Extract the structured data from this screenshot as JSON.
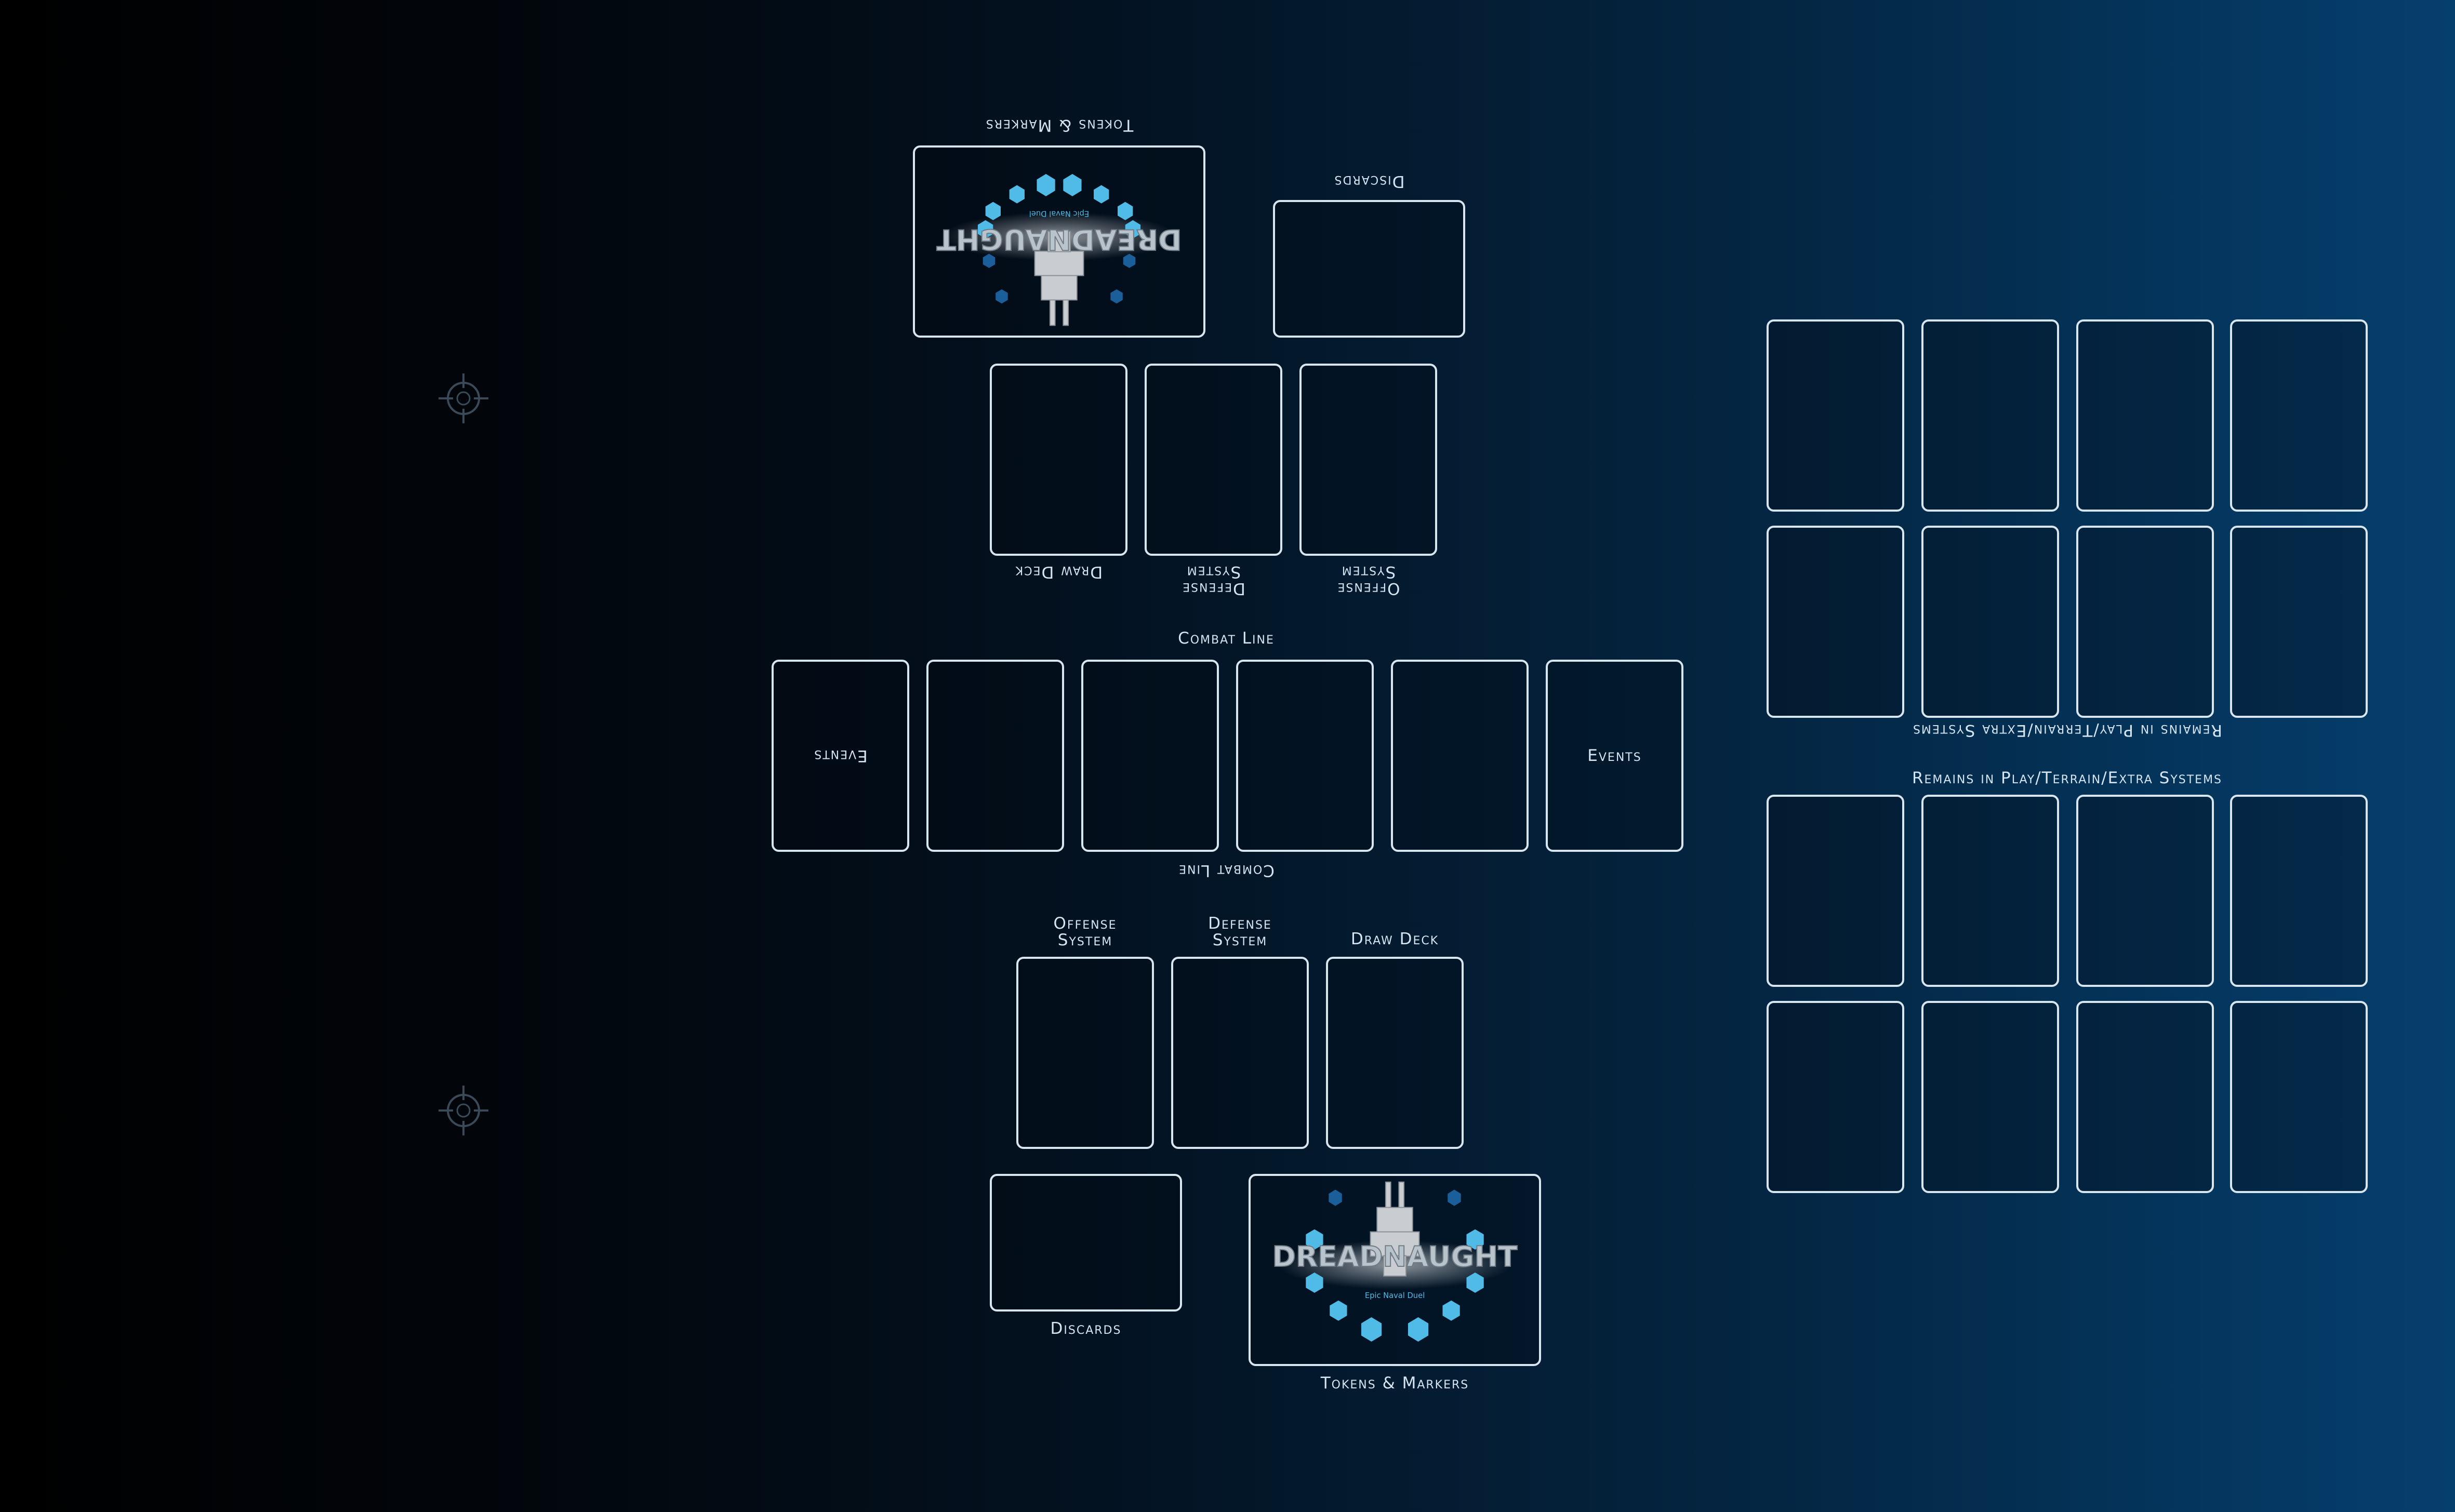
{
  "colors": {
    "outline": "#d8e6f0",
    "label": "#d5e6f2",
    "hex_light": "#4fbbe6",
    "hex_dark": "#1a5f9a"
  },
  "icons": {
    "reticle": "crosshair-reticle-icon",
    "logo": "dreadnaught-logo"
  },
  "logo": {
    "title": "DREADNAUGHT",
    "subtitle": "Epic Naval Duel"
  },
  "opponent": {
    "tokens_label": "Tokens & Markers",
    "discards_label": "Discards",
    "draw_deck_label": "Draw Deck",
    "defense_label": "Defense\nSystem",
    "offense_label": "Offense\nSystem",
    "combat_line_label": "Combat Line",
    "events_label": "Events",
    "remains_label": "Remains in Play/Terrain/Extra Systems"
  },
  "player": {
    "combat_line_label": "Combat Line",
    "events_label": "Events",
    "offense_label": "Offense\nSystem",
    "defense_label": "Defense\nSystem",
    "draw_deck_label": "Draw Deck",
    "discards_label": "Discards",
    "tokens_label": "Tokens & Markers",
    "remains_label": "Remains in Play/Terrain/Extra Systems"
  }
}
